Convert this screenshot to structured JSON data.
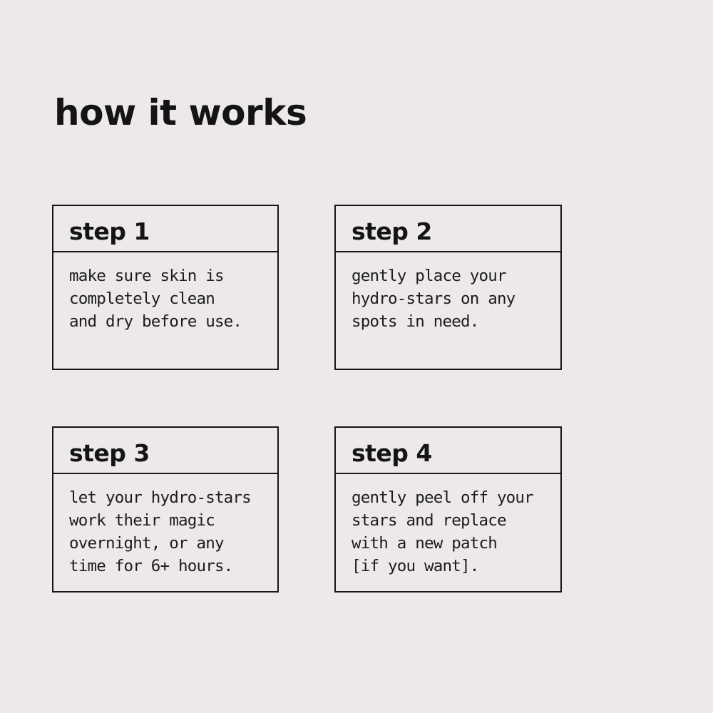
{
  "page": {
    "title": "how it works",
    "background_color": "#ece9e8",
    "border_color": "#161616",
    "text_color": "#161616"
  },
  "steps": [
    {
      "label": "step 1",
      "description": "make sure skin is\ncompletely clean\nand dry before use."
    },
    {
      "label": "step 2",
      "description": "gently place your\nhydro-stars on any\nspots in need."
    },
    {
      "label": "step 3",
      "description": "let your hydro-stars\nwork their magic\novernight, or any\ntime for 6+ hours."
    },
    {
      "label": "step 4",
      "description": "gently peel off your\nstars and replace\nwith a new patch\n[if you want]."
    }
  ]
}
